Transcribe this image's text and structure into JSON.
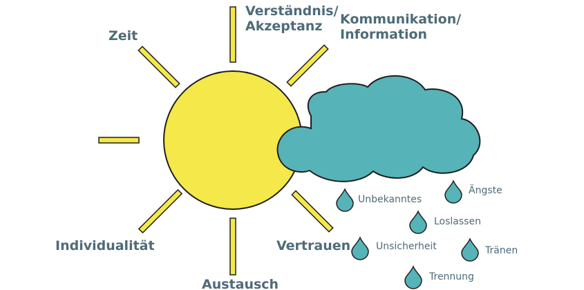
{
  "colors": {
    "sun": "#f4e84a",
    "cloud": "#56b3b7",
    "drop": "#56b3b7",
    "outline": "#1e1e1e",
    "text": "#4e6b78"
  },
  "sun_labels": {
    "verstaendnis": "Verständnis/\nAkzeptanz",
    "kommunikation": "Kommunikation/\nInformation",
    "zeit": "Zeit",
    "individualitaet": "Individualität",
    "vertrauen": "Vertrauen",
    "austausch": "Austausch"
  },
  "rain_labels": {
    "unbekanntes": "Unbekanntes",
    "aengste": "Ängste",
    "loslassen": "Loslassen",
    "unsicherheit": "Unsicherheit",
    "traenen": "Tränen",
    "trennung": "Trennung"
  }
}
